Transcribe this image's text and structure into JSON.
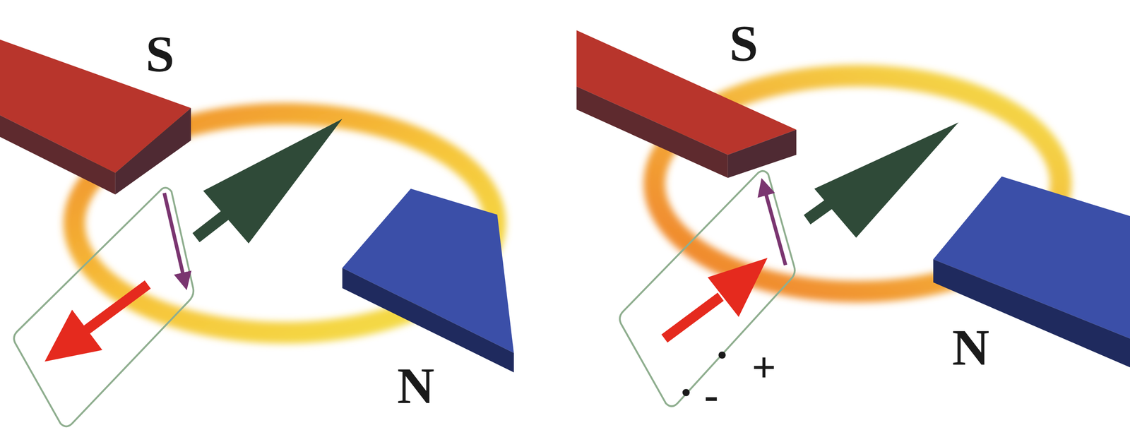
{
  "diagram": {
    "labels": [
      "S",
      "N",
      "S",
      "N",
      "+",
      "-"
    ]
  }
}
